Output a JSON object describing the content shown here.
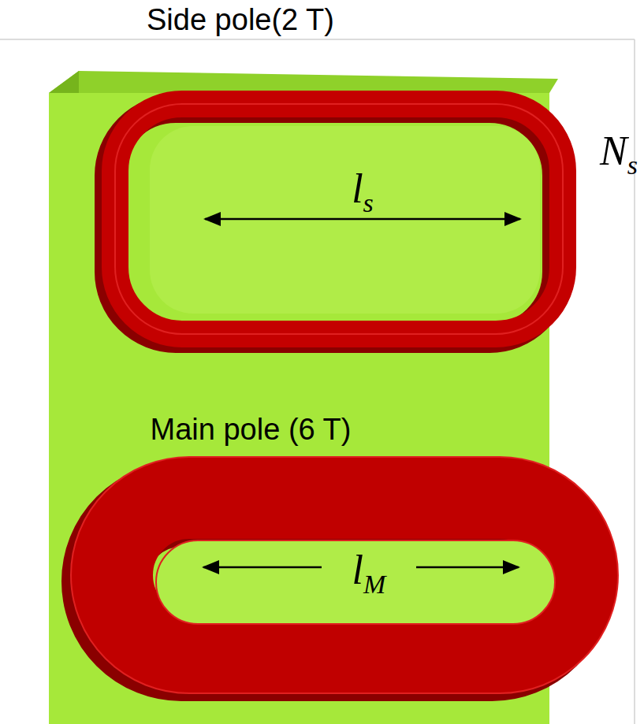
{
  "diagram": {
    "labels": [
      "Side pole(2 T)",
      "ls",
      "Ns",
      "Main pole (6 T)",
      "lM"
    ]
  }
}
